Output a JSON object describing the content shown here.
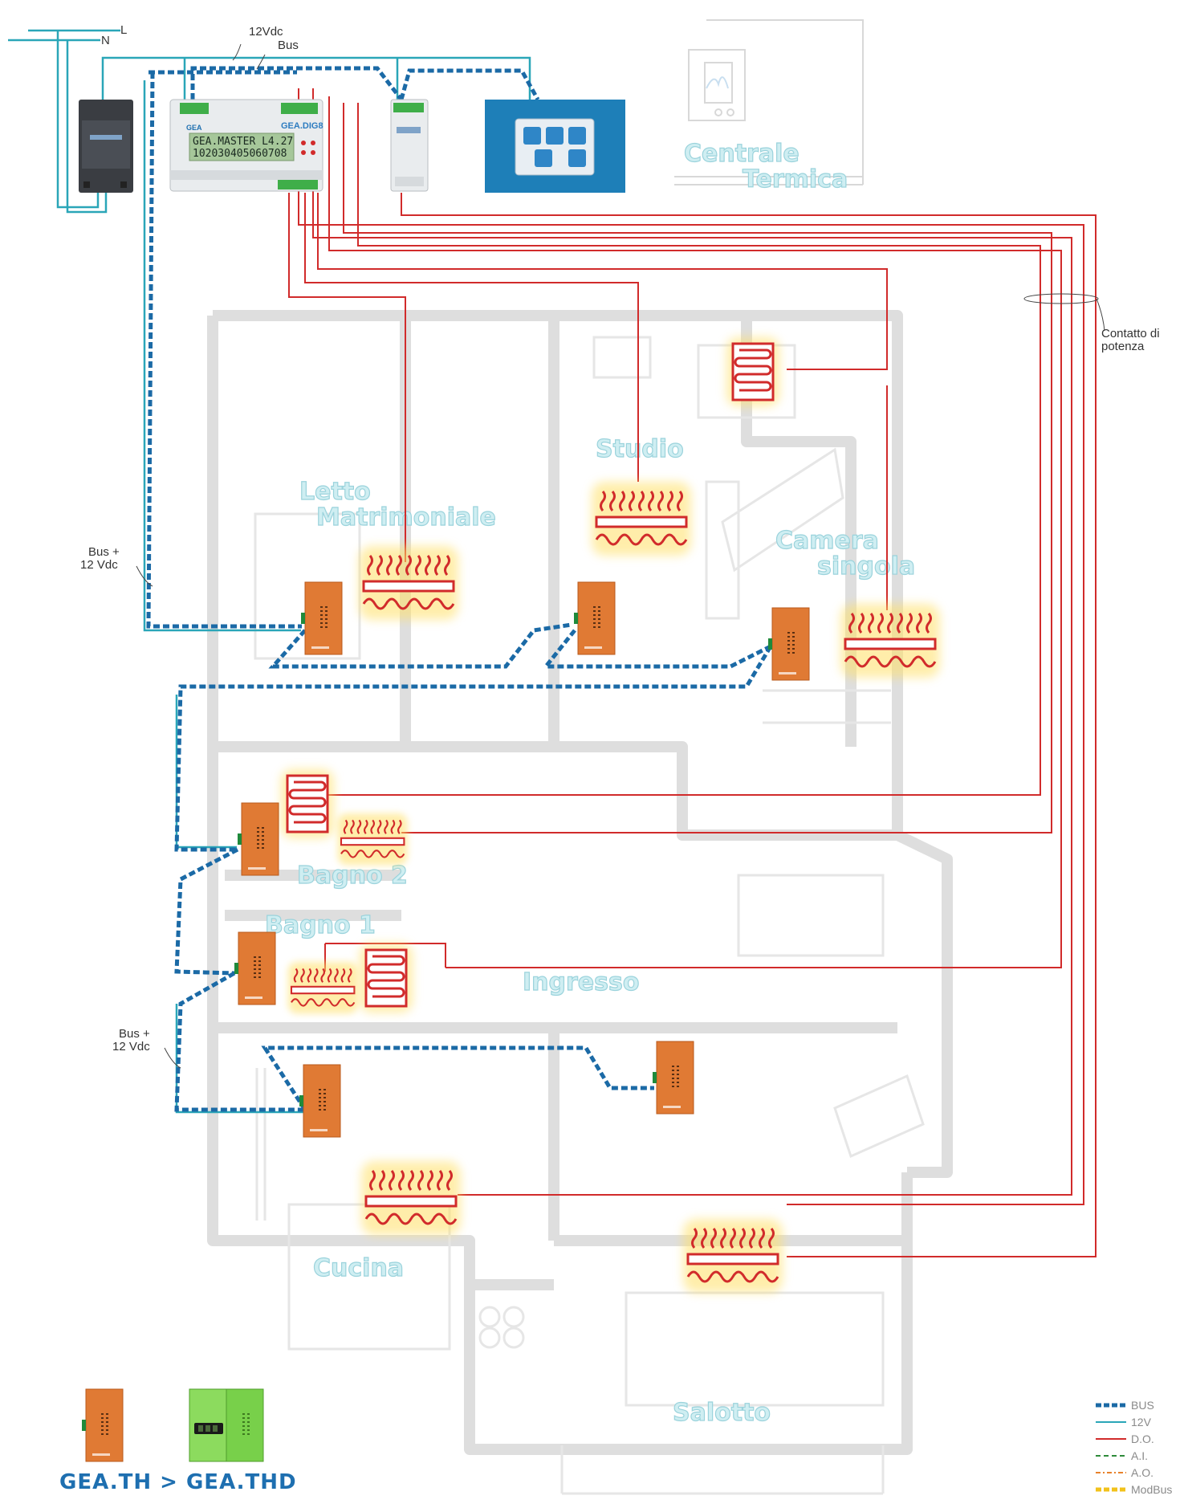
{
  "power": {
    "phase_label": "L",
    "neutral_label": "N"
  },
  "wiring_labels": {
    "supply_12v": "12Vdc",
    "bus": "Bus",
    "bus_12v_upper_line1": "Bus +",
    "bus_12v_upper_line2": "12 Vdc",
    "bus_12v_lower_line1": "Bus +",
    "bus_12v_lower_line2": "12 Vdc",
    "contact_line1": "Contatto di",
    "contact_line2": "potenza"
  },
  "devices": {
    "master_brand": "GEA",
    "master_model": "GEA.DIG8",
    "master_display_line1": "GEA.MASTER L4.27",
    "master_display_line2": "102030405060708"
  },
  "rooms": {
    "boiler_line1": "Centrale",
    "boiler_line2": "Termica",
    "bedroom_line1": "Letto",
    "bedroom_line2": "Matrimoniale",
    "study": "Studio",
    "single_line1": "Camera",
    "single_line2": "singola",
    "bath2": "Bagno 2",
    "bath1": "Bagno 1",
    "entrance": "Ingresso",
    "kitchen": "Cucina",
    "living": "Salotto"
  },
  "legend": [
    {
      "label": "BUS",
      "color": "#1b6aa6",
      "style": "dashed-thick"
    },
    {
      "label": "12V",
      "color": "#2aa6b8",
      "style": "solid"
    },
    {
      "label": "D.O.",
      "color": "#d12b2b",
      "style": "solid"
    },
    {
      "label": "A.I.",
      "color": "#2e8b3a",
      "style": "dashed"
    },
    {
      "label": "A.O.",
      "color": "#e8822b",
      "style": "dashdot"
    },
    {
      "label": "ModBus",
      "color": "#f2c21b",
      "style": "dashed-thick"
    }
  ],
  "product_caption": "GEA.TH > GEA.THD",
  "colors": {
    "bus": "#1b6aa6",
    "supply": "#2aa6b8",
    "output": "#d12b2b",
    "thermostat": "#e07a34",
    "thermostat_display": "#78d04a",
    "heater_glow": "#ffe066",
    "floorplan": "#dcdcdc"
  }
}
